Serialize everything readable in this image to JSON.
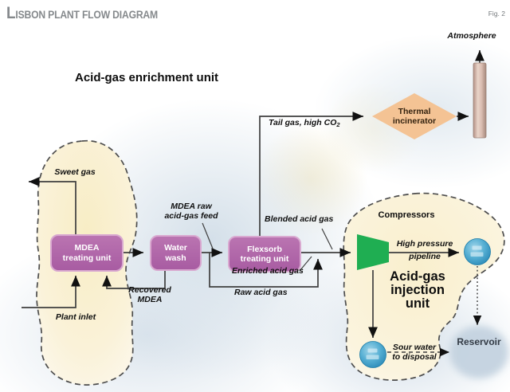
{
  "header": {
    "title": "Lisbon plant flow diagram",
    "figure_label": "Fig. 2"
  },
  "headings": {
    "enrichment": "Acid-gas enrichment unit",
    "injection": "Acid-gas\ninjection\nunit",
    "compressors": "Compressors",
    "reservoir": "Reservoir",
    "atmosphere": "Atmosphere"
  },
  "units": {
    "mdea": {
      "label": "MDEA\ntreating unit",
      "fill": "#ad63a5"
    },
    "water_wash": {
      "label": "Water\nwash",
      "fill": "#ad63a5"
    },
    "flexsorb": {
      "label": "Flexsorb\ntreating unit",
      "fill": "#ad63a5"
    },
    "thermal_incinerator": {
      "label": "Thermal\nincinerator",
      "fill": "#f4c394"
    },
    "compressor": {
      "fill": "#1fae52"
    },
    "injection_well": {
      "fill": "#2e95c1"
    },
    "disposal_well": {
      "fill": "#2e95c1"
    },
    "stack": {
      "fill": "#d9bcb0"
    },
    "reservoir": {
      "fill": "#c4d3e0"
    }
  },
  "streams": {
    "sweet_gas": "Sweet gas",
    "plant_inlet": "Plant inlet",
    "recovered_mdea": "Recovered\nMDEA",
    "mdea_raw_feed": "MDEA raw\nacid-gas feed",
    "tail_gas": {
      "text": "Tail gas, high CO",
      "sub": "2"
    },
    "blended_acid_gas": "Blended acid gas",
    "enriched_acid_gas": "Enriched acid gas",
    "raw_acid_gas": "Raw acid gas",
    "high_pressure_pipeline": "High pressure\npipeline",
    "sour_water": "Sour water\nto disposal"
  }
}
